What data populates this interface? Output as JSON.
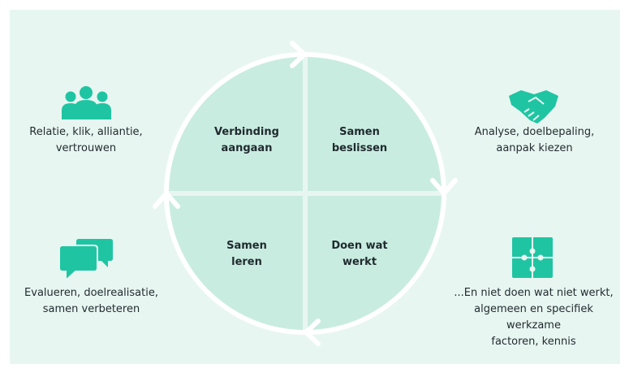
{
  "quadrants": {
    "top_left": [
      "Verbinding",
      "aangaan"
    ],
    "top_right": [
      "Samen",
      "beslissen"
    ],
    "bottom_left": [
      "Samen",
      "leren"
    ],
    "bottom_right": [
      "Doen wat",
      "werkt"
    ]
  },
  "sides": {
    "top_left": [
      "Relatie, klik, alliantie,",
      "vertrouwen"
    ],
    "top_right": [
      "Analyse, doelbepaling,",
      "aanpak kiezen"
    ],
    "bottom_left": [
      "Evalueren, doelrealisatie,",
      "samen verbeteren"
    ],
    "bottom_right": [
      "...En niet doen wat niet werkt,",
      "algemeen en specifiek werkzame",
      "factoren, kennis"
    ]
  },
  "icons": {
    "top_left": "people-group-icon",
    "top_right": "handshake-icon",
    "bottom_left": "chat-bubbles-icon",
    "bottom_right": "puzzle-icon"
  },
  "colors": {
    "background": "#e8f6f1",
    "quadrant_fill": "#c9ece0",
    "arrows": "#ffffff",
    "icon": "#1fc5a2",
    "text": "#1f2a2e"
  }
}
